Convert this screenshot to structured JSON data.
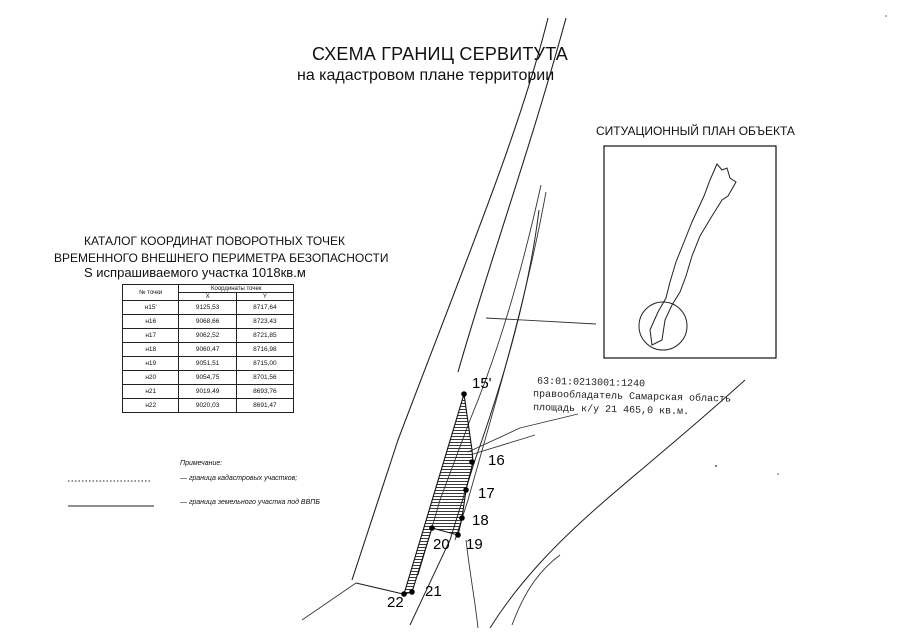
{
  "title": {
    "line1": "СХЕМА ГРАНИЦ СЕРВИТУТА",
    "line2": "на кадастровом плане территории"
  },
  "situation_plan": {
    "title": "СИТУАЦИОННЫЙ ПЛАН ОБЪЕКТА"
  },
  "catalog": {
    "line1": "КАТАЛОГ КООРДИНАТ ПОВОРОТНЫХ ТОЧЕК",
    "line2": "ВРЕМЕННОГО ВНЕШНЕГО ПЕРИМЕТРА БЕЗОПАСНОСТИ",
    "line3": "S испрашиваемого участка 1018кв.м",
    "headers": {
      "num": "№ точки",
      "coords": "Координаты точек",
      "x": "X",
      "y": "Y"
    },
    "rows": [
      {
        "num": "н15'",
        "x": "9125,53",
        "y": "8717,64"
      },
      {
        "num": "н16",
        "x": "9068,66",
        "y": "8723,43"
      },
      {
        "num": "н17",
        "x": "9062,52",
        "y": "8721,85"
      },
      {
        "num": "н18",
        "x": "9060,47",
        "y": "8716,98"
      },
      {
        "num": "н19",
        "x": "9051,51",
        "y": "8715,00"
      },
      {
        "num": "н20",
        "x": "9054,75",
        "y": "8701,56"
      },
      {
        "num": "н21",
        "x": "9019,49",
        "y": "8693,76"
      },
      {
        "num": "н22",
        "x": "9020,03",
        "y": "8691,47"
      }
    ]
  },
  "notes": {
    "title": "Примечание:",
    "dotted": "— граница кадастровых участков;",
    "solid": "— граница земельного участка под ВВПБ"
  },
  "parcel": {
    "id": "63:01:0213001:1240",
    "owner": "правообладатель Самарская область",
    "area": "площадь к/у 21 465,0 кв.м."
  },
  "points": {
    "p15": "15'",
    "p16": "16",
    "p17": "17",
    "p18": "18",
    "p19": "19",
    "p20": "20",
    "p21": "21",
    "p22": "22"
  }
}
